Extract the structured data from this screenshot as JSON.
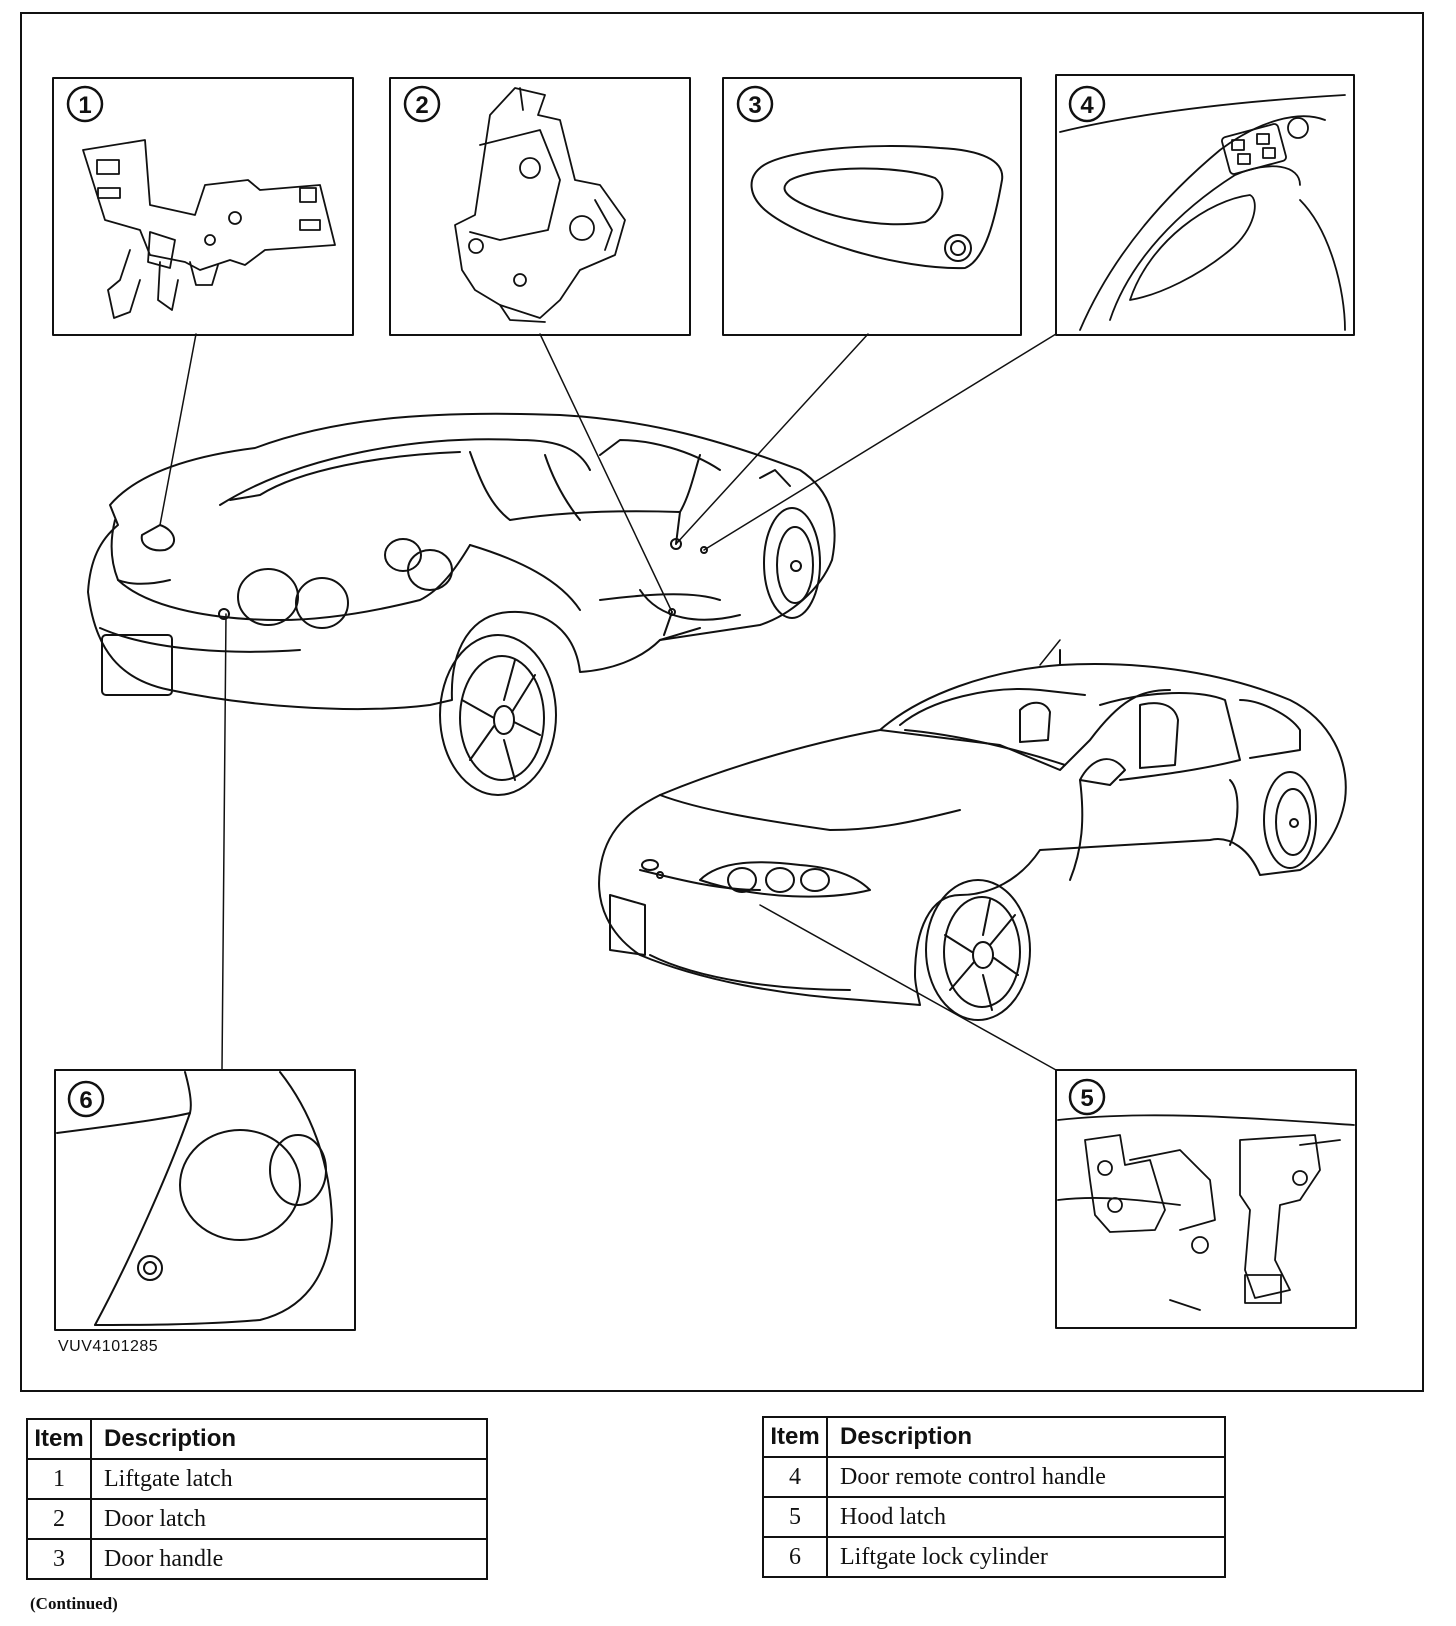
{
  "figure": {
    "code": "VUV4101285",
    "callouts": [
      {
        "number": "1"
      },
      {
        "number": "2"
      },
      {
        "number": "3"
      },
      {
        "number": "4"
      },
      {
        "number": "5"
      },
      {
        "number": "6"
      }
    ]
  },
  "tables": [
    {
      "headers": {
        "item": "Item",
        "description": "Description"
      },
      "rows": [
        {
          "item": "1",
          "description": "Liftgate latch"
        },
        {
          "item": "2",
          "description": "Door latch"
        },
        {
          "item": "3",
          "description": "Door handle"
        }
      ]
    },
    {
      "headers": {
        "item": "Item",
        "description": "Description"
      },
      "rows": [
        {
          "item": "4",
          "description": "Door remote control handle"
        },
        {
          "item": "5",
          "description": "Hood latch"
        },
        {
          "item": "6",
          "description": "Liftgate lock cylinder"
        }
      ]
    }
  ],
  "footer": {
    "continued": "(Continued)"
  }
}
